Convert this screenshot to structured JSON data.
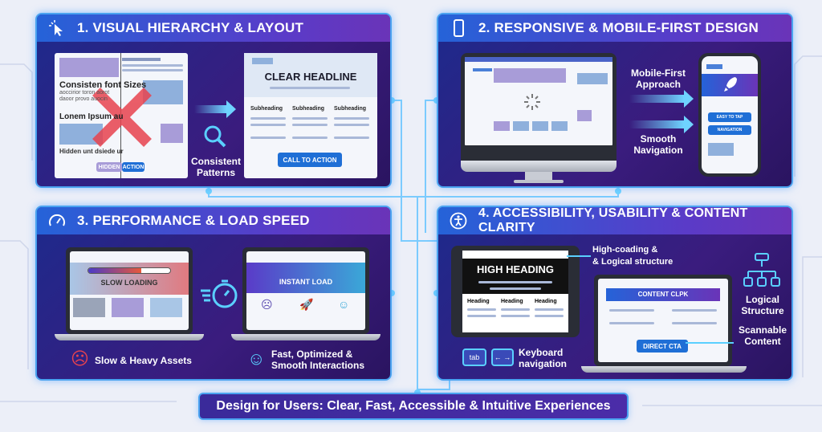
{
  "banner": "Design for Users: Clear, Fast, Accessible & Intuitive Experiences",
  "colors": {
    "accent": "#4aa3f0",
    "panel": "#2a1c7e",
    "header": "#2563d8",
    "cta": "#1f6fd6",
    "cyan": "#6fd3ff",
    "error": "#e8434f"
  },
  "panel1": {
    "title": "1. VISUAL HIERARCHY & LAYOUT",
    "icon": "cursor-icon",
    "bad": {
      "heading": "Consisten font Sizes",
      "text1": "aoccirior toron aorot",
      "text2": "daoor provo auocin",
      "sub": "Lonem Ipsum au",
      "hidden": "Hidden unt dsiede ur",
      "btn1": "HIDDEN",
      "btn2": "ACTION"
    },
    "patterns": "Consistent Patterns",
    "good": {
      "headline": "CLEAR HEADLINE",
      "subheadings": [
        "Subheading",
        "Subheading",
        "Subheading"
      ],
      "cta": "CALL TO ACTION"
    }
  },
  "panel2": {
    "title": "2. RESPONSIVE & MOBILE-FIRST DESIGN",
    "icon": "smartphone-icon",
    "label1": "Mobile-First Approach",
    "label2": "Smooth Navigation",
    "phone": {
      "btn1": "EASY TO TAP",
      "btn2": "NAVIGATION"
    }
  },
  "panel3": {
    "title": "3. PERFORMANCE & LOAD SPEED",
    "icon": "speedometer-icon",
    "slow": "SLOW LOADING",
    "slow_progress": 0.65,
    "instant": "INSTANT LOAD",
    "slow_caption": "Slow & Heavy Assets",
    "fast_caption": "Fast, Optimized & Smooth Interactions"
  },
  "panel4": {
    "title": "4. ACCESSIBILITY, USABILITY & CONTENT CLARITY",
    "icon": "accessibility-icon",
    "tablet": {
      "heading": "HIGH HEADING",
      "cols": [
        "Heading",
        "Heading",
        "Heading"
      ]
    },
    "note1": "High-coading &",
    "note2": "& Logical structure",
    "content": "CONTENT CLPK",
    "cta": "DIRECT CTA",
    "logical": "Logical Structure",
    "scannable": "Scannable Content",
    "keys": [
      "tab",
      "← →"
    ],
    "keyboard": "Keyboard navigation"
  }
}
